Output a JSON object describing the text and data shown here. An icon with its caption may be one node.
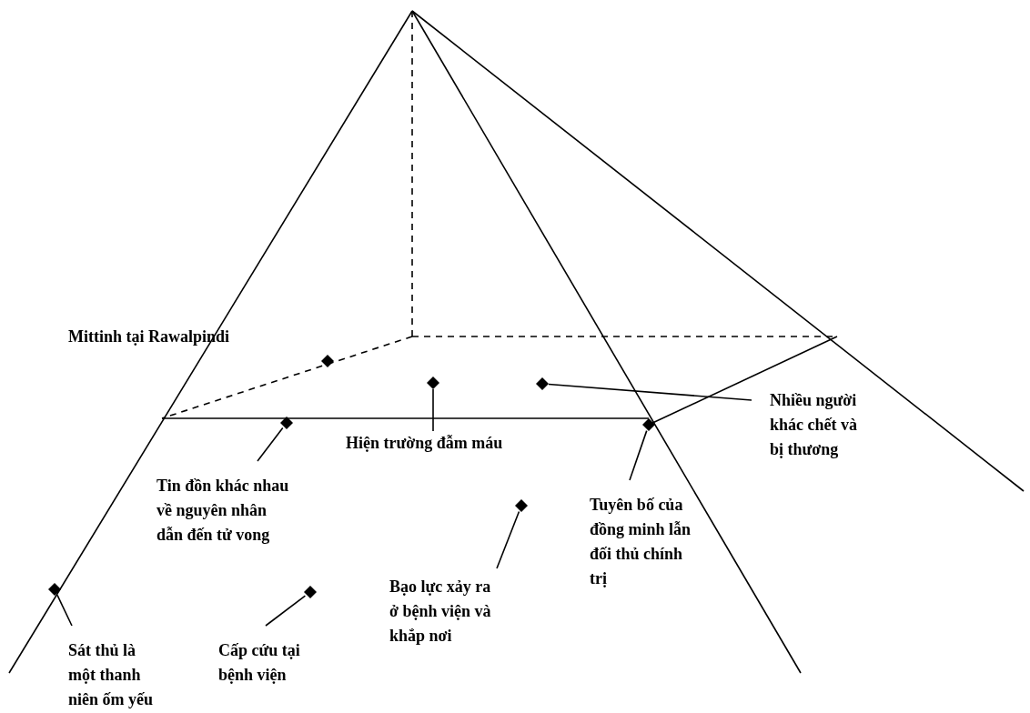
{
  "diagram": {
    "nodes": [
      {
        "text": [
          "Mittinh tại Rawalpindi"
        ]
      },
      {
        "text": [],
        "shape": "diamond"
      },
      {
        "text": [],
        "shape": "diamond"
      },
      {
        "text": [],
        "shape": "diamond"
      },
      {
        "text": [],
        "shape": "diamond"
      },
      {
        "text": [
          "Hiện trường đẫm máu"
        ]
      },
      {
        "text": [],
        "shape": "diamond"
      },
      {
        "text": [
          "Nhiều người khác chết và bị thương"
        ]
      },
      {
        "text": [
          "Tin đồn khác nhau về nguyên nhân dẫn đến tử vong"
        ]
      },
      {
        "text": [
          "Tuyên bố của đồng minh lẫn đối thủ chính trị"
        ]
      },
      {
        "text": [],
        "shape": "diamond"
      },
      {
        "text": [
          "Bạo lực xảy ra ở bệnh viện và khắp nơi"
        ]
      },
      {
        "text": [],
        "shape": "diamond"
      },
      {
        "text": [],
        "shape": "diamond"
      },
      {
        "text": [
          "Sát thủ là một thanh niên ốm yếu"
        ]
      },
      {
        "text": [
          "Cấp cứu tại bệnh viện"
        ]
      }
    ],
    "edges": [
      {
        "from": 5,
        "to": 2,
        "arrow": "none"
      },
      {
        "from": 7,
        "to": 3,
        "arrow": "none"
      },
      {
        "from": 8,
        "to": 4,
        "arrow": "none"
      },
      {
        "from": 9,
        "to": 6,
        "arrow": "none"
      },
      {
        "from": 11,
        "to": 10,
        "arrow": "none"
      },
      {
        "from": 14,
        "to": 12,
        "arrow": "none"
      },
      {
        "from": 15,
        "to": 13,
        "arrow": "none"
      }
    ]
  }
}
